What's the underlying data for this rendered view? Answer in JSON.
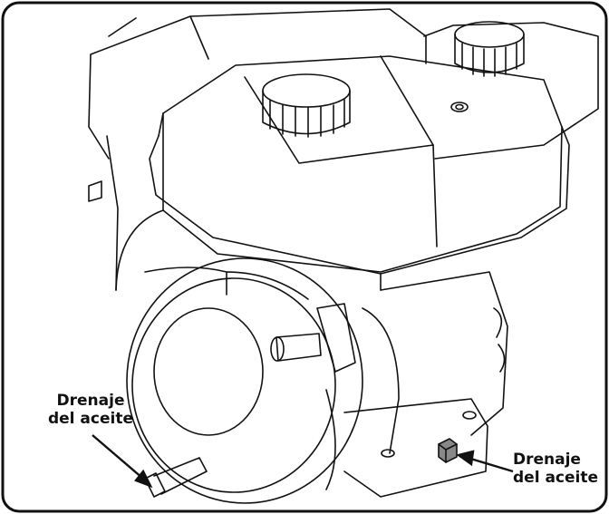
{
  "diagram": {
    "callouts": {
      "left": {
        "line1": "Drenaje",
        "line2": "del aceite"
      },
      "right": {
        "line1": "Drenaje",
        "line2": "del aceite"
      }
    },
    "colors": {
      "line": "#111111",
      "background": "#ffffff",
      "frame": "#111111"
    }
  }
}
